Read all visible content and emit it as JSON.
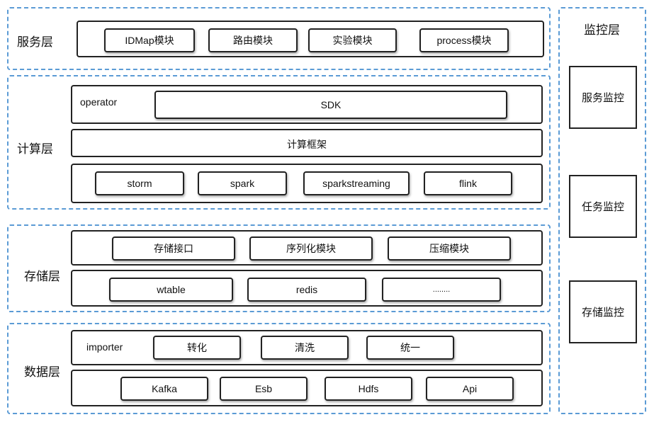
{
  "service_layer": {
    "label": "服务层",
    "modules": [
      "IDMap模块",
      "路由模块",
      "实验模块",
      "process模块"
    ]
  },
  "compute_layer": {
    "label": "计算层",
    "operator_label": "operator",
    "sdk": "SDK",
    "framework": "计算框架",
    "engines": [
      "storm",
      "spark",
      "sparkstreaming",
      "flink"
    ]
  },
  "storage_layer": {
    "label": "存储层",
    "modules": [
      "存储接口",
      "序列化模块",
      "压缩模块"
    ],
    "stores": [
      "wtable",
      "redis",
      "........"
    ]
  },
  "data_layer": {
    "label": "数据层",
    "importer_label": "importer",
    "steps": [
      "转化",
      "清洗",
      "统一"
    ],
    "sources": [
      "Kafka",
      "Esb",
      "Hdfs",
      "Api"
    ]
  },
  "monitor_layer": {
    "label": "监控层",
    "items": [
      "服务监控",
      "任务监控",
      "存储监控"
    ]
  }
}
